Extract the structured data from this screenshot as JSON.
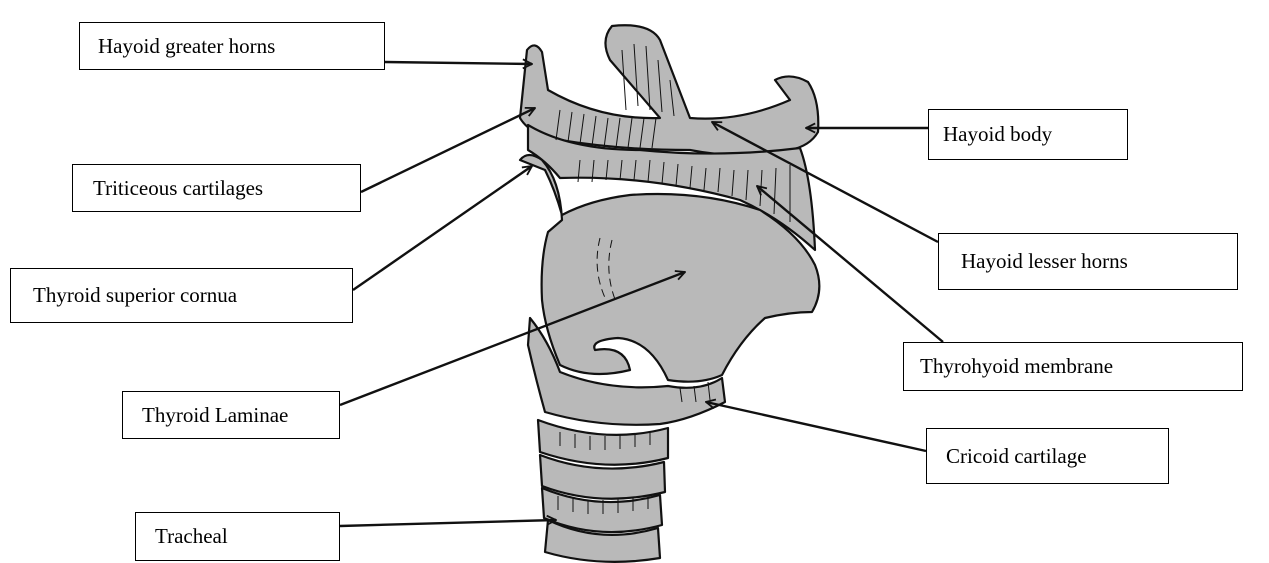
{
  "labels": {
    "hyoid_greater_horns": "Hayoid greater horns",
    "triticeous_cartilages": "Triticeous cartilages",
    "thyroid_superior_cornua": "Thyroid superior cornua",
    "thyroid_laminae": "Thyroid Laminae",
    "tracheal": "Tracheal",
    "hyoid_body": "Hayoid body",
    "hyoid_lesser_horns": "Hayoid lesser horns",
    "thyrohyoid_membrane": "Thyrohyoid membrane",
    "cricoid_cartilage": "Cricoid cartilage"
  },
  "colors": {
    "cartilage_fill": "#b9b9b9",
    "outline": "#111111",
    "background": "#ffffff"
  }
}
